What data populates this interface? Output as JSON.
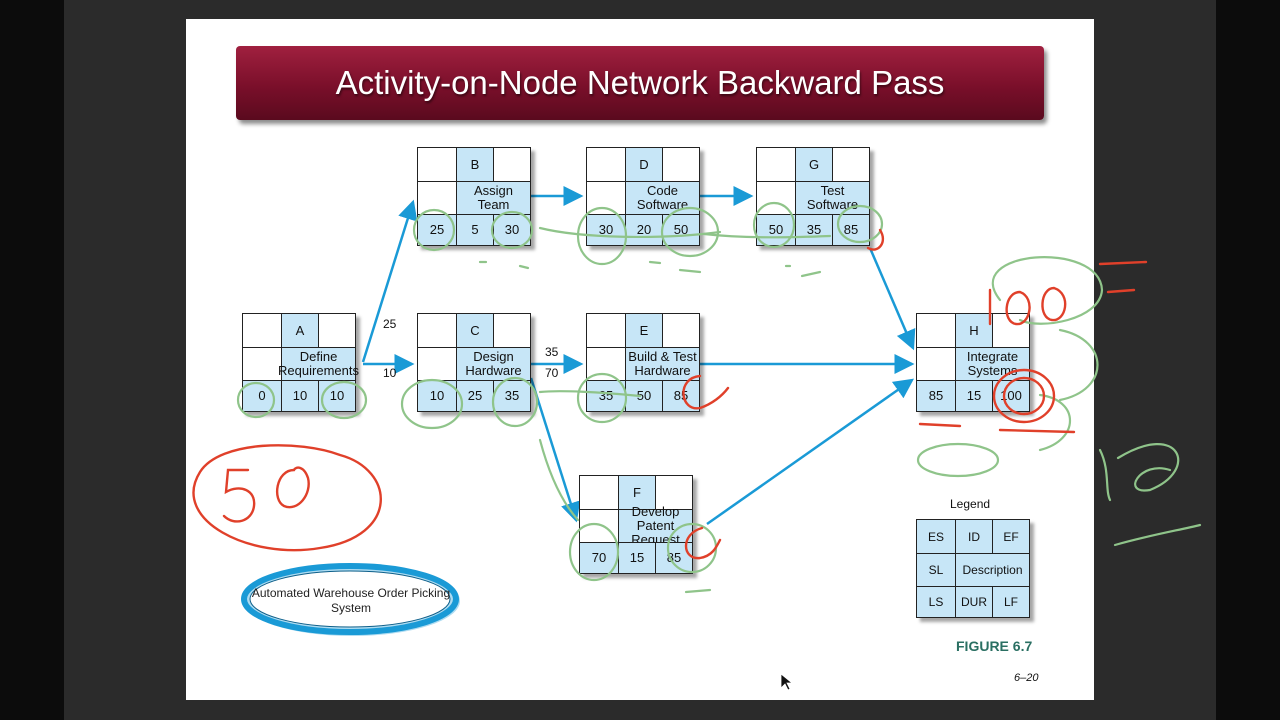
{
  "title": "Activity-on-Node Network Backward Pass",
  "nodes": {
    "A": {
      "id": "A",
      "desc": "Define Requirements",
      "ls": "0",
      "dur": "10",
      "lf": "10"
    },
    "B": {
      "id": "B",
      "desc": "Assign Team",
      "ls": "25",
      "dur": "5",
      "lf": "30"
    },
    "C": {
      "id": "C",
      "desc": "Design Hardware",
      "ls": "10",
      "dur": "25",
      "lf": "35"
    },
    "D": {
      "id": "D",
      "desc": "Code Software",
      "ls": "30",
      "dur": "20",
      "lf": "50"
    },
    "E": {
      "id": "E",
      "desc": "Build & Test Hardware",
      "ls": "35",
      "dur": "50",
      "lf": "85"
    },
    "F": {
      "id": "F",
      "desc": "Develop Patent Request",
      "ls": "70",
      "dur": "15",
      "lf": "85"
    },
    "G": {
      "id": "G",
      "desc": "Test Software",
      "ls": "50",
      "dur": "35",
      "lf": "85"
    },
    "H": {
      "id": "H",
      "desc": "Integrate Systems",
      "ls": "85",
      "dur": "15",
      "lf": "100"
    }
  },
  "lags": {
    "a_b": "25",
    "a_c": "10",
    "c_e": "35",
    "c_f": "70"
  },
  "legend": {
    "title": "Legend",
    "es": "ES",
    "id": "ID",
    "ef": "EF",
    "sl": "SL",
    "desc": "Description",
    "ls": "LS",
    "dur": "DUR",
    "lf": "LF"
  },
  "system_label": "Automated Warehouse Order Picking System",
  "figure_label": "FIGURE 6.7",
  "page_number": "6–20",
  "annotations": {
    "big_number": "50",
    "h_top": "100"
  },
  "colors": {
    "arrow": "#1a9ad6",
    "node_fill": "#c7e6f7",
    "banner": "#7a0f2a",
    "green_ink": "#8fc48a",
    "red_ink": "#e0402a"
  }
}
